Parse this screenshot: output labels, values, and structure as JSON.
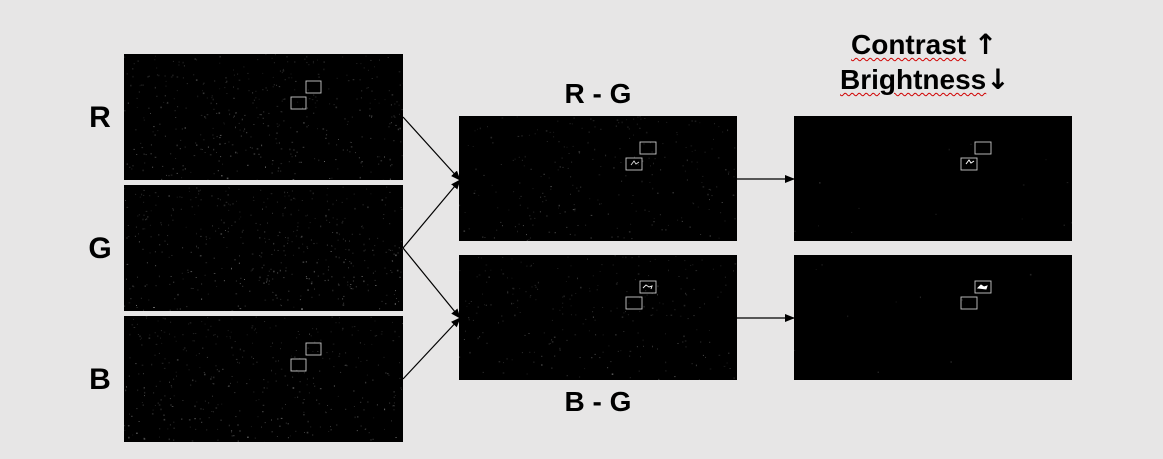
{
  "channels": [
    {
      "id": "r",
      "label": "R"
    },
    {
      "id": "g",
      "label": "G"
    },
    {
      "id": "b",
      "label": "B"
    }
  ],
  "differences": [
    {
      "id": "r-g",
      "label": "R - G"
    },
    {
      "id": "b-g",
      "label": "B - G"
    }
  ],
  "adjustment": {
    "line1_word": "Contrast",
    "line1_arrow": "↑",
    "line2_word": "Brightness",
    "line2_arrow": "↓"
  },
  "colors": {
    "background": "#e7e6e6",
    "panel": "#000000",
    "box_outline": "#c8c8c8",
    "arrow": "#000000",
    "spellcheck_underline": "#d00000"
  }
}
